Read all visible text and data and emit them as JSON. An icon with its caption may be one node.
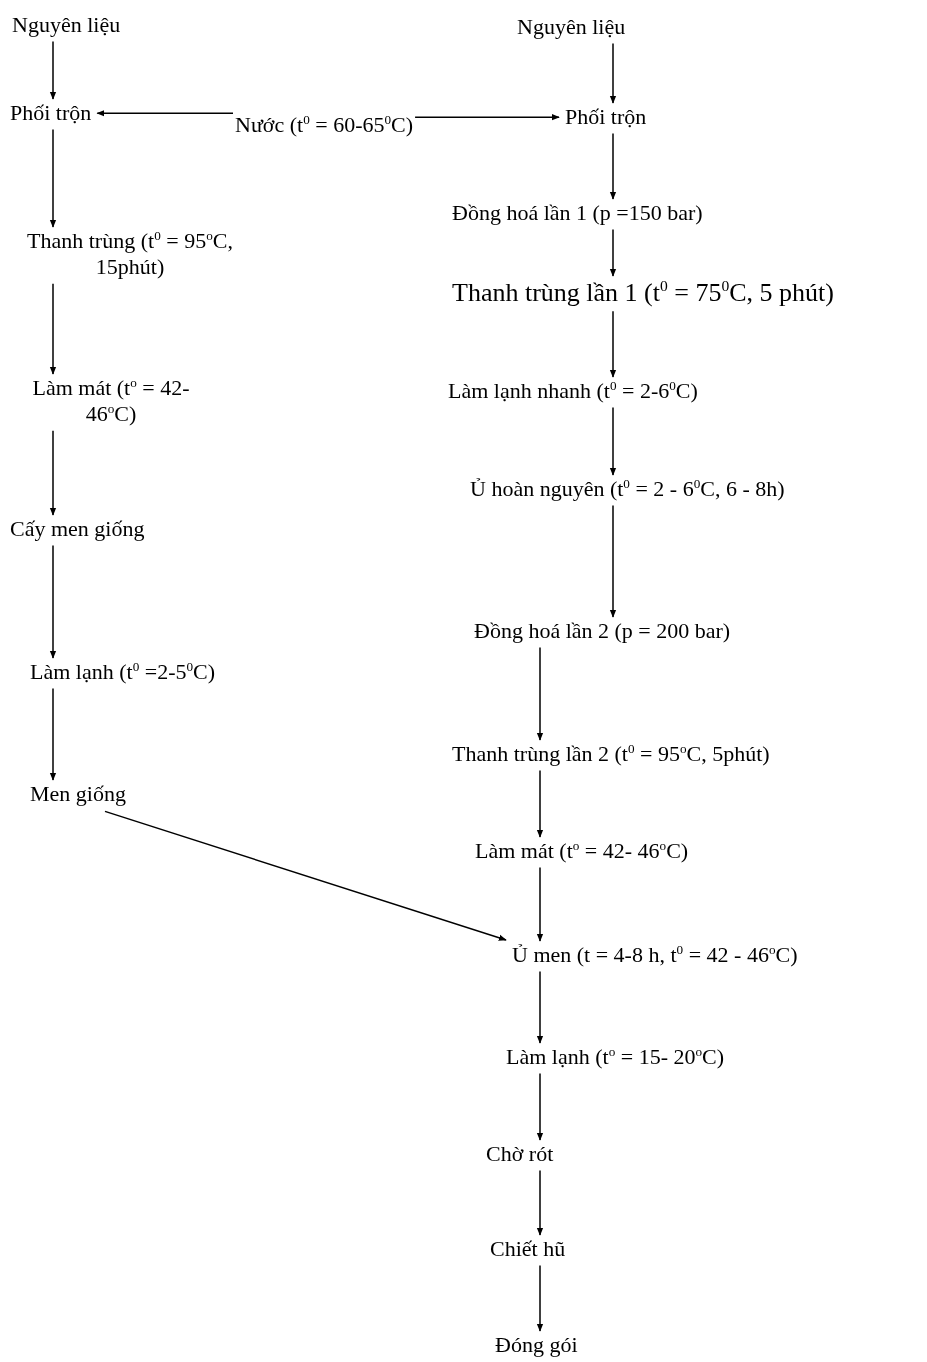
{
  "diagram": {
    "nodes": [
      {
        "text": [
          "Nguyên liệu"
        ]
      },
      {
        "text": [
          "Phối trộn"
        ]
      },
      {
        "text": [
          "Thanh trùng (t$^{0}$ = 95$^{o}$C, 15phút)"
        ]
      },
      {
        "text": [
          "Làm mát (t$^{o}$ = 42- 46$^{o}$C)"
        ]
      },
      {
        "text": [
          "Cấy men giống"
        ]
      },
      {
        "text": [
          "Làm lạnh (t$^{0}$ =2-5$^{0}$C)"
        ]
      },
      {
        "text": [
          "Men giống"
        ]
      },
      {
        "text": [
          "Nước (t$^{0}$ = 60-65$^{0}$C)"
        ]
      },
      {
        "text": [
          "Nguyên liệu"
        ]
      },
      {
        "text": [
          "Phối trộn"
        ]
      },
      {
        "text": [
          "Đồng hoá lần 1 (p =150 bar)"
        ]
      },
      {
        "text": [
          "Thanh trùng lần 1 (t$^{0}$ = 75$^{0}$C, 5 phút)"
        ]
      },
      {
        "text": [
          "Làm lạnh nhanh (t$^{0}$ = 2-6$^{0}$C)"
        ]
      },
      {
        "text": [
          "Ủ hoàn nguyên (t$^{0}$ = 2 - 6$^{0}$C, 6 - 8h)"
        ]
      },
      {
        "text": [
          "Đồng hoá lần 2 (p = 200 bar)"
        ]
      },
      {
        "text": [
          "Thanh trùng lần 2 (t$^{0}$ = 95$^{o}$C, 5phút)"
        ]
      },
      {
        "text": [
          "Làm mát (t$^{o}$ = 42- 46$^{o}$C)"
        ]
      },
      {
        "text": [
          "Ủ men (t = 4-8 h, t$^{0}$ = 42 - 46$^{o}$C)"
        ]
      },
      {
        "text": [
          "Làm lạnh (t$^{o}$ = 15- 20$^{o}$C)"
        ]
      },
      {
        "text": [
          "Chờ rót"
        ]
      },
      {
        "text": [
          "Chiết hũ"
        ]
      },
      {
        "text": [
          "Đóng gói"
        ]
      }
    ],
    "edges": [
      {
        "from": 0,
        "to": 1,
        "arrow": "to"
      },
      {
        "from": 1,
        "to": 2,
        "arrow": "to"
      },
      {
        "from": 2,
        "to": 3,
        "arrow": "to"
      },
      {
        "from": 3,
        "to": 4,
        "arrow": "to"
      },
      {
        "from": 4,
        "to": 5,
        "arrow": "to"
      },
      {
        "from": 5,
        "to": 6,
        "arrow": "to"
      },
      {
        "from": 7,
        "to": 1,
        "arrow": "to"
      },
      {
        "from": 7,
        "to": 9,
        "arrow": "to"
      },
      {
        "from": 8,
        "to": 9,
        "arrow": "to"
      },
      {
        "from": 9,
        "to": 10,
        "arrow": "to"
      },
      {
        "from": 10,
        "to": 11,
        "arrow": "to"
      },
      {
        "from": 11,
        "to": 12,
        "arrow": "to"
      },
      {
        "from": 12,
        "to": 13,
        "arrow": "to"
      },
      {
        "from": 13,
        "to": 14,
        "arrow": "to"
      },
      {
        "from": 14,
        "to": 15,
        "arrow": "to"
      },
      {
        "from": 15,
        "to": 16,
        "arrow": "to"
      },
      {
        "from": 16,
        "to": 17,
        "arrow": "to"
      },
      {
        "from": 17,
        "to": 18,
        "arrow": "to"
      },
      {
        "from": 18,
        "to": 19,
        "arrow": "to"
      },
      {
        "from": 19,
        "to": 20,
        "arrow": "to"
      },
      {
        "from": 20,
        "to": 21,
        "arrow": "to"
      },
      {
        "from": 6,
        "to": 17,
        "arrow": "to"
      }
    ]
  }
}
